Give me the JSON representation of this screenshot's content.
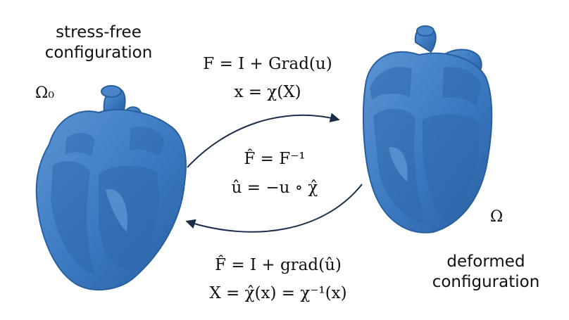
{
  "labels": {
    "stress_free": [
      "stress-free",
      "configuration"
    ],
    "deformed": [
      "deformed",
      "configuration"
    ],
    "omega0": "Ω₀",
    "omega": "Ω"
  },
  "equations": {
    "top_line1": "F = I + Grad(u)",
    "top_line2": "x = χ(X)",
    "mid_line1": "F̂ = F⁻¹",
    "mid_line2": "û = −u ∘ χ̂",
    "bottom_line1": "F̂ = I + grad(û)",
    "bottom_line2": "X = χ̂(x) = χ⁻¹(x)"
  },
  "colors": {
    "heart": "#3a78c0",
    "heart_dark": "#2a5f9f",
    "heart_light": "#5b95d4",
    "arrow": "#1a2e4a"
  }
}
